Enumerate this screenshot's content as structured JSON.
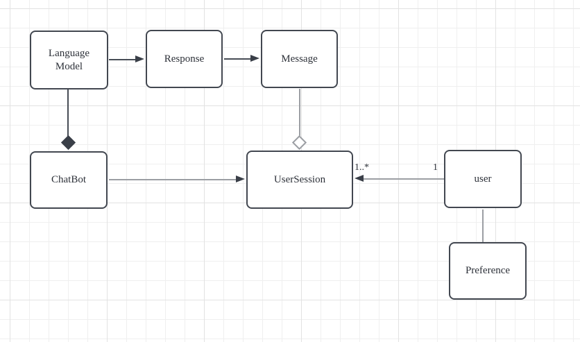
{
  "nodes": {
    "language_model": {
      "label": "Language Model"
    },
    "response": {
      "label": "Response"
    },
    "message": {
      "label": "Message"
    },
    "chatbot": {
      "label": "ChatBot"
    },
    "user_session": {
      "label": "UserSession"
    },
    "user": {
      "label": "user"
    },
    "preference": {
      "label": "Preference"
    }
  },
  "edges": {
    "user_to_user_session": {
      "source_multiplicity": "1",
      "target_multiplicity": "1..*"
    }
  },
  "colors": {
    "background": "#ffffff",
    "grid_minor": "#efefef",
    "grid_major": "#e2e2e2",
    "node_fill": "#ffffff",
    "node_border": "#424750",
    "label_text": "#2c3038",
    "edge_dark": "#474c55",
    "edge_gray": "#9b9ea3",
    "marker_dark": "#3a3f48"
  }
}
